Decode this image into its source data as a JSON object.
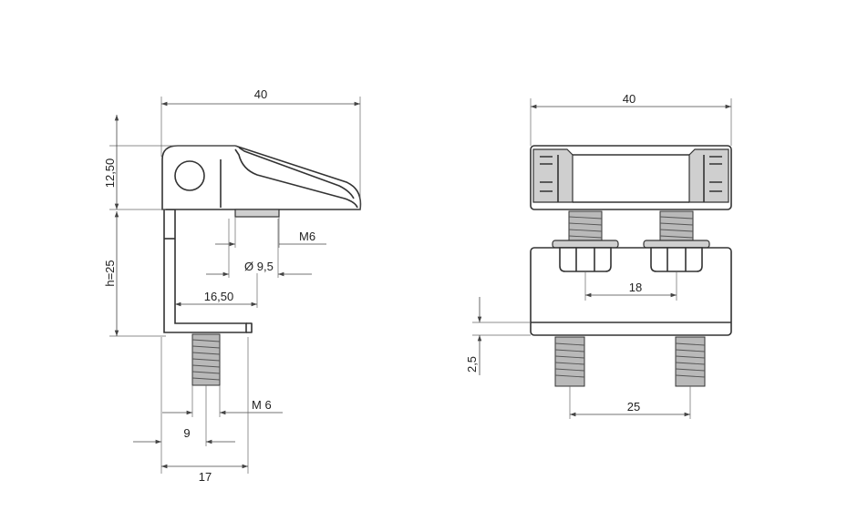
{
  "side_view": {
    "dim_width": "40",
    "dim_top_height": "12,50",
    "dim_h": "h=25",
    "dim_thread_top": "M6",
    "dim_hole": "Ø 9,5",
    "dim_offset": "16,50",
    "dim_thread_bottom": "M 6",
    "dim_9": "9",
    "dim_17": "17"
  },
  "front_view": {
    "dim_width": "40",
    "dim_bolt_spacing": "18",
    "dim_thickness": "2,5",
    "dim_stud_spacing": "25"
  },
  "colors": {
    "line": "#333333",
    "shade": "#cfcfcf",
    "thread": "#b9b9b9"
  }
}
